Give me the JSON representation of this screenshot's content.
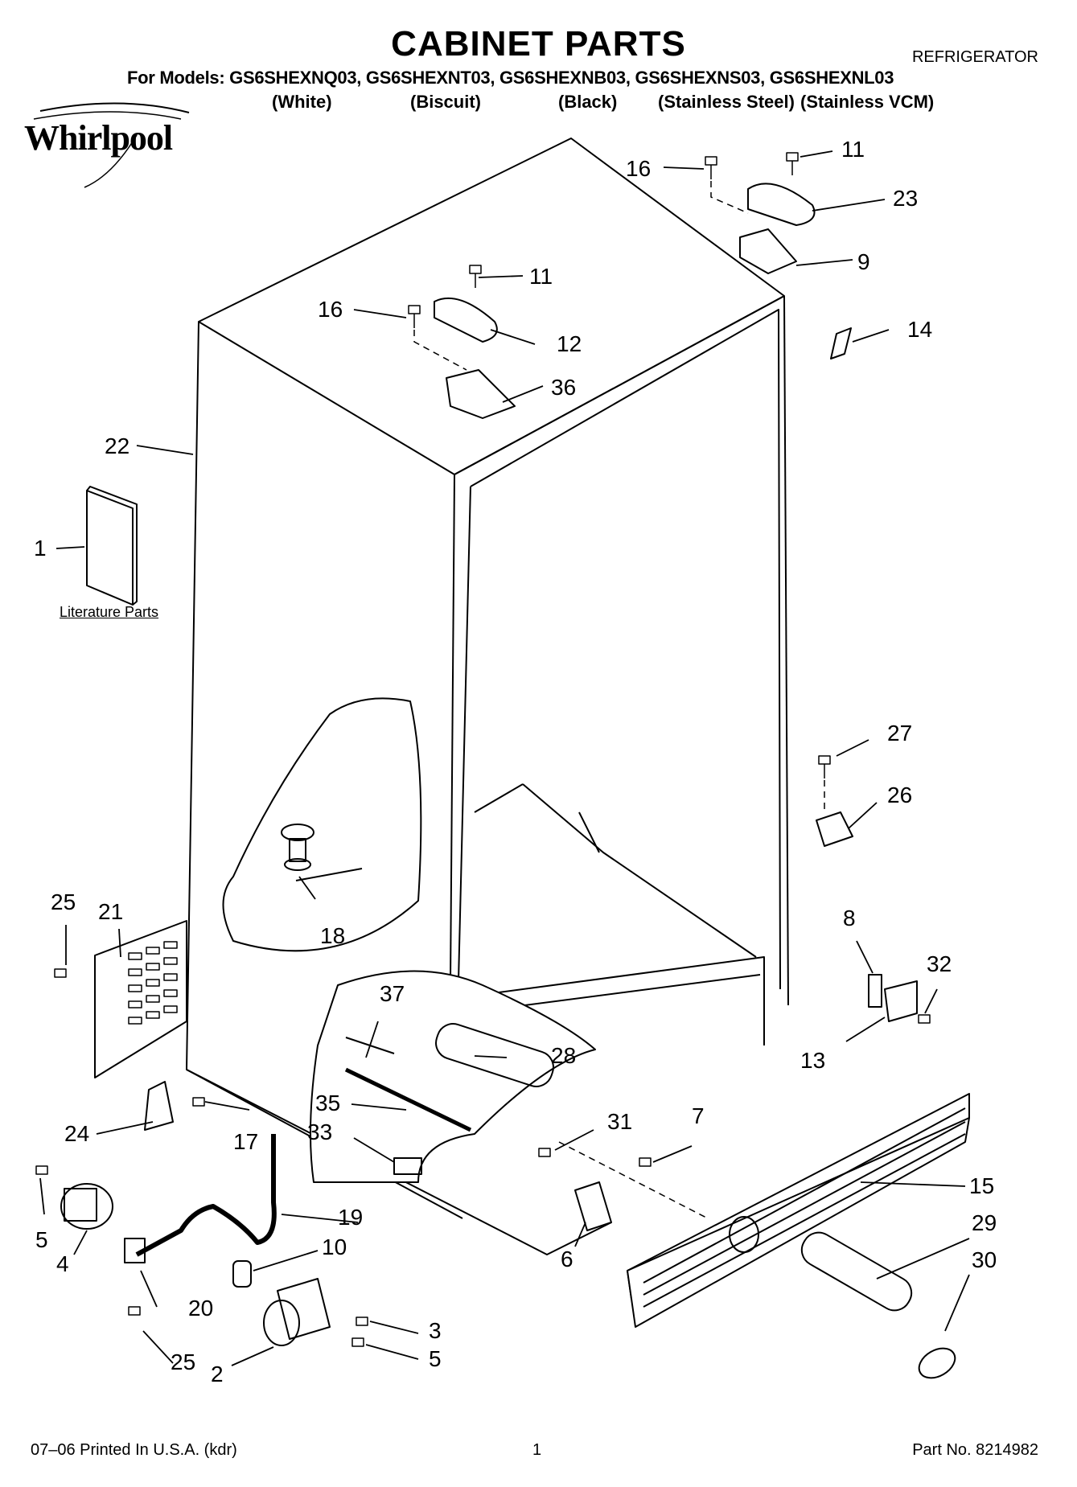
{
  "header": {
    "title": "CABINET PARTS",
    "appliance": "REFRIGERATOR",
    "models_line": "For Models: GS6SHEXNQ03, GS6SHEXNT03, GS6SHEXNB03, GS6SHEXNS03, GS6SHEXNL03",
    "colors": [
      "(White)",
      "(Biscuit)",
      "(Black)",
      "(Stainless Steel)",
      "(Stainless VCM)"
    ],
    "brand_logo": "Whirlpool"
  },
  "callouts": {
    "c1": "1",
    "c2": "2",
    "c3": "3",
    "c4": "4",
    "c5a": "5",
    "c5b": "5",
    "c6": "6",
    "c7": "7",
    "c8": "8",
    "c9": "9",
    "c10": "10",
    "c11a": "11",
    "c11b": "11",
    "c12": "12",
    "c13": "13",
    "c14": "14",
    "c15": "15",
    "c16a": "16",
    "c16b": "16",
    "c17": "17",
    "c18": "18",
    "c19": "19",
    "c20": "20",
    "c21": "21",
    "c22": "22",
    "c23": "23",
    "c24": "24",
    "c25a": "25",
    "c25b": "25",
    "c26": "26",
    "c27": "27",
    "c28": "28",
    "c29": "29",
    "c30": "30",
    "c31": "31",
    "c32": "32",
    "c33": "33",
    "c35": "35",
    "c36": "36",
    "c37": "37"
  },
  "literature_label": "Literature Parts",
  "footer": {
    "printed": "07–06 Printed In U.S.A. (kdr)",
    "page": "1",
    "part_no": "Part No. 8214982"
  }
}
